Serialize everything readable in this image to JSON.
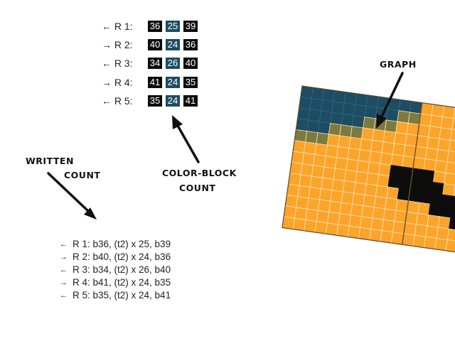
{
  "colors": {
    "black": "#0c0c0c",
    "teal": "#1e4c63",
    "teal_grid": "#2c6a85",
    "olive": "#7c7a3e",
    "orange": "#fba42a",
    "grid_line": "#fde3b4"
  },
  "color_block_count": {
    "rows": [
      {
        "arrow": "←",
        "label": "R 1:",
        "values": [
          "36",
          "25",
          "39"
        ]
      },
      {
        "arrow": "→",
        "label": "R 2:",
        "values": [
          "40",
          "24",
          "36"
        ]
      },
      {
        "arrow": "←",
        "label": "R 3:",
        "values": [
          "34",
          "26",
          "40"
        ]
      },
      {
        "arrow": "→",
        "label": "R 4:",
        "values": [
          "41",
          "24",
          "35"
        ]
      },
      {
        "arrow": "←",
        "label": "R 5:",
        "values": [
          "35",
          "24",
          "41"
        ]
      }
    ]
  },
  "annotations": {
    "graph": "GRAPH",
    "written_line1": "WRITTEN",
    "written_line2": "COUNT",
    "colorblock_line1": "COLOR-BLOCK",
    "colorblock_line2": "COUNT"
  },
  "written_count": {
    "rows": [
      {
        "arrow": "←",
        "text": "R 1: b36, (t2) x 25, b39"
      },
      {
        "arrow": "→",
        "text": "R 2: b40, (t2) x 24, b36"
      },
      {
        "arrow": "←",
        "text": "R 3: b34, (t2) x 26, b40"
      },
      {
        "arrow": "→",
        "text": "R 4: b41, (t2) x 24, b35"
      },
      {
        "arrow": "←",
        "text": "R 5: b35, (t2) x 24, b41"
      }
    ]
  },
  "graph_pattern": [
    "TTTTTTTTTTTOOOOOOO",
    "TTTTTTTTTOOOOOOOOO",
    "TTTTTTOOOOOOOOOOOO",
    "TTTOOOOOOOOOOOOOOO",
    "OOOOOOOOOOOOOOOOOO",
    "OOOOOOOOOOOOOOOOOO",
    "OOOOOOOOOBBBBOOOOO",
    "OOOOOOOOOBBBBBOOOO",
    "OOOOOOOOOOBBBBBBBB",
    "OOOOOOOOOOOOOBBBBB",
    "OOOOOOOOOOOOOOOBBO",
    "OOOOOOOOOOOOOOOOOO",
    "OOOOOOOOOOOOOOOOOO"
  ]
}
